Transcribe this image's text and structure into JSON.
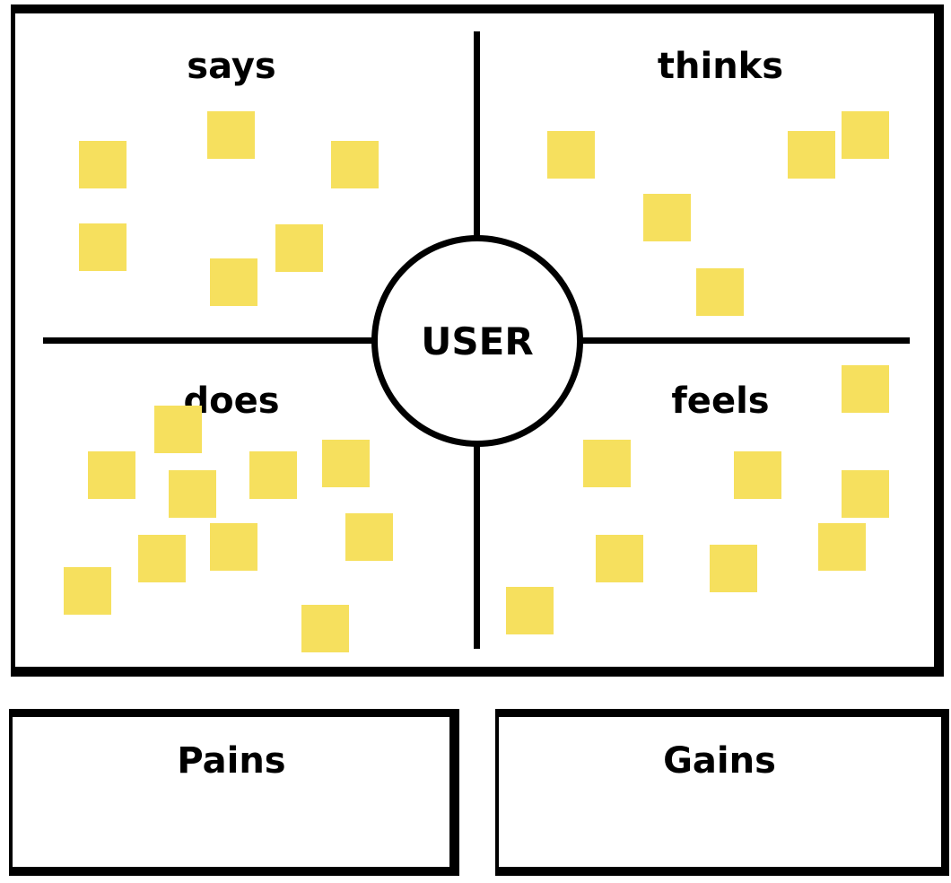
{
  "center": {
    "label": "USER"
  },
  "quadrants": [
    {
      "label": "says"
    },
    {
      "label": "thinks"
    },
    {
      "label": "does"
    },
    {
      "label": "feels"
    }
  ],
  "boxes": [
    {
      "label": "Pains"
    },
    {
      "label": "Gains"
    }
  ],
  "colors": {
    "sticky_note": "#f6e05e",
    "ink": "#000000"
  }
}
